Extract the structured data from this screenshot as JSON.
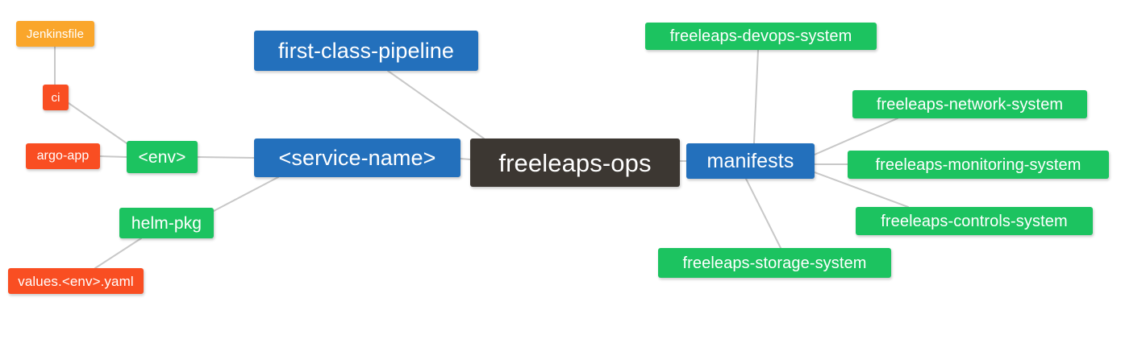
{
  "diagram": {
    "title": "freeleaps-ops mind map",
    "background": "#ffffff",
    "edge_color": "#c8c8c8",
    "palette": {
      "root": "#3c3732",
      "blue": "#2370bc",
      "green": "#1cc360",
      "orange": "#faa62b",
      "red": "#f94e22",
      "text": "#ffffff"
    }
  },
  "nodes": {
    "root": {
      "label": "freeleaps-ops"
    },
    "first_class_pipeline": {
      "label": "first-class-pipeline"
    },
    "service_name": {
      "label": "<service-name>"
    },
    "env": {
      "label": "<env>"
    },
    "jenkinsfile": {
      "label": "Jenkinsfile"
    },
    "ci": {
      "label": "ci"
    },
    "argo_app": {
      "label": "argo-app"
    },
    "helm_pkg": {
      "label": "helm-pkg"
    },
    "values_yaml": {
      "label": "values.<env>.yaml"
    },
    "manifests": {
      "label": "manifests"
    },
    "devops_system": {
      "label": "freeleaps-devops-system"
    },
    "network_system": {
      "label": "freeleaps-network-system"
    },
    "monitoring_system": {
      "label": "freeleaps-monitoring-system"
    },
    "controls_system": {
      "label": "freeleaps-controls-system"
    },
    "storage_system": {
      "label": "freeleaps-storage-system"
    }
  },
  "edges": [
    {
      "from": "root",
      "to": "first_class_pipeline"
    },
    {
      "from": "root",
      "to": "service_name"
    },
    {
      "from": "root",
      "to": "manifests"
    },
    {
      "from": "service_name",
      "to": "env"
    },
    {
      "from": "service_name",
      "to": "helm_pkg"
    },
    {
      "from": "env",
      "to": "ci"
    },
    {
      "from": "env",
      "to": "argo_app"
    },
    {
      "from": "ci",
      "to": "jenkinsfile"
    },
    {
      "from": "helm_pkg",
      "to": "values_yaml"
    },
    {
      "from": "manifests",
      "to": "devops_system"
    },
    {
      "from": "manifests",
      "to": "network_system"
    },
    {
      "from": "manifests",
      "to": "monitoring_system"
    },
    {
      "from": "manifests",
      "to": "controls_system"
    },
    {
      "from": "manifests",
      "to": "storage_system"
    }
  ]
}
